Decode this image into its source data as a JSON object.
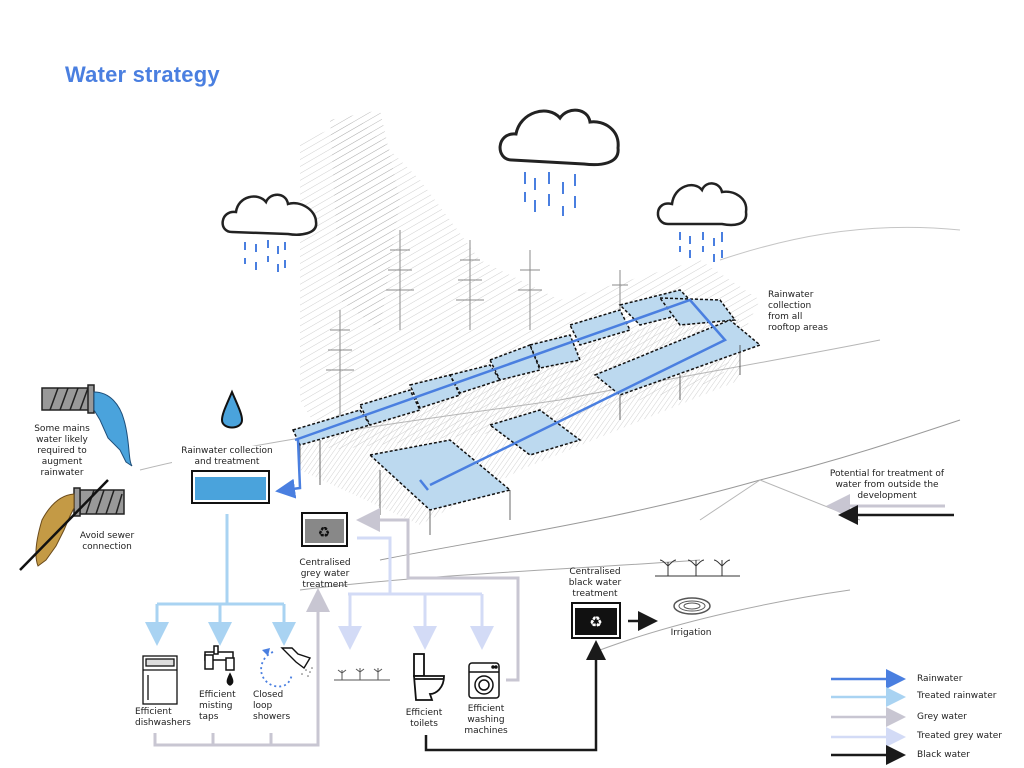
{
  "title": "Water strategy",
  "colors": {
    "title": "#4a7fe0",
    "rainwater": "#4a7fe0",
    "treated_rainwater": "#a9d3f2",
    "grey_water": "#c8c6d2",
    "treated_grey_water": "#d3dbf6",
    "black_water": "#1a1a1a",
    "roof_fill": "#bcd9ef",
    "tank_water": "#4aa3dc",
    "sewage": "#c49a45"
  },
  "labels": {
    "mains_water": "Some mains water likely required to augment rainwater",
    "avoid_sewer": "Avoid sewer connection",
    "rainwater_collection_treatment": "Rainwater collection and treatment",
    "grey_water_treatment": "Centralised grey water treatment",
    "rooftop_collection": "Rainwater collection from all rooftop areas",
    "outside_treatment": "Potential for treatment of water from outside the development",
    "black_water_treatment": "Centralised black water treatment",
    "irrigation": "Irrigation"
  },
  "fixtures": [
    {
      "id": "dishwashers",
      "label": "Efficient dishwashers",
      "icon": "dishwasher-icon"
    },
    {
      "id": "taps",
      "label": "Efficient misting taps",
      "icon": "tap-icon"
    },
    {
      "id": "showers",
      "label": "Closed loop showers",
      "icon": "shower-icon"
    },
    {
      "id": "toilets",
      "label": "Efficient toilets",
      "icon": "toilet-icon"
    },
    {
      "id": "washing",
      "label": "Efficient washing machines",
      "icon": "washing-machine-icon"
    }
  ],
  "legend": [
    {
      "label": "Rainwater",
      "color": "#4a7fe0"
    },
    {
      "label": "Treated rainwater",
      "color": "#a9d3f2"
    },
    {
      "label": "Grey water",
      "color": "#c8c6d2"
    },
    {
      "label": "Treated grey water",
      "color": "#d3dbf6"
    },
    {
      "label": "Black water",
      "color": "#1a1a1a"
    }
  ],
  "clouds": [
    {
      "name": "cloud-left"
    },
    {
      "name": "cloud-center"
    },
    {
      "name": "cloud-right"
    }
  ]
}
